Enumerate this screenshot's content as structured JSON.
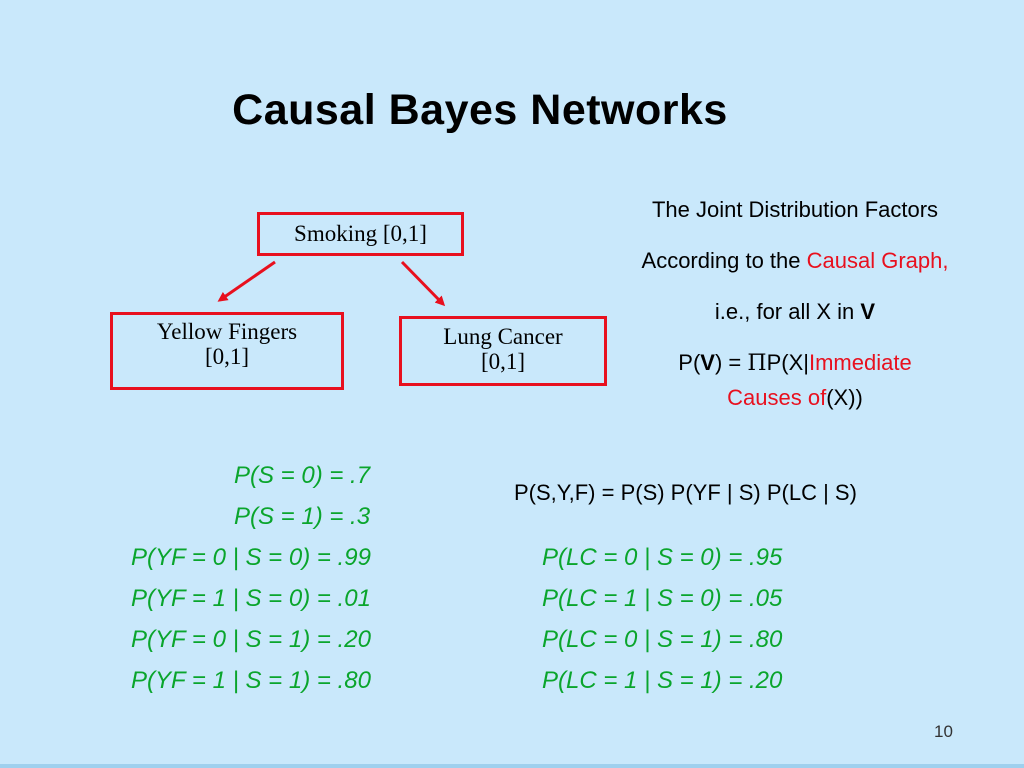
{
  "slide": {
    "title": "Causal Bayes Networks",
    "page_number": "10"
  },
  "graph": {
    "nodes": {
      "smoking": "Smoking [0,1]",
      "yellow_fingers": {
        "line1": "Yellow Fingers",
        "line2": "[0,1]"
      },
      "lung_cancer": {
        "line1": "Lung Cancer",
        "line2": "[0,1]"
      }
    },
    "edges": [
      {
        "from": "Smoking",
        "to": "Yellow Fingers"
      },
      {
        "from": "Smoking",
        "to": "Lung Cancer"
      }
    ],
    "node_border_color": "#e8101e",
    "edge_color": "#e8101e"
  },
  "explanation": {
    "line1": "The Joint Distribution Factors",
    "line2_prefix": "According to the ",
    "line2_red": "Causal Graph,",
    "line3_prefix": "i.e., for all X in ",
    "line3_bold": "V",
    "line4_p": "P(",
    "line4_v": "V",
    "line4_eq": ") = ",
    "line4_pi": "Π",
    "line4_px": "P(X|",
    "line4_red": "Immediate",
    "line5_red": "Causes of",
    "line5_end": "(X))"
  },
  "joint_formula": "P(S,Y,F) = P(S) P(YF | S) P(LC | S)",
  "probabilities": {
    "smoking": [
      "P(S = 0) = .7",
      "P(S = 1) = .3"
    ],
    "yellow_fingers": [
      "P(YF = 0 | S = 0) = .99",
      "P(YF = 1 | S = 0) = .01",
      "P(YF = 0 | S = 1) = .20",
      "P(YF = 1 | S = 1) = .80"
    ],
    "lung_cancer": [
      "P(LC = 0 | S = 0) = .95",
      "P(LC = 1 | S = 0) = .05",
      "P(LC = 0 | S = 1) = .80",
      "P(LC = 1 | S = 1) = .20"
    ],
    "color": "#0aa52c"
  }
}
